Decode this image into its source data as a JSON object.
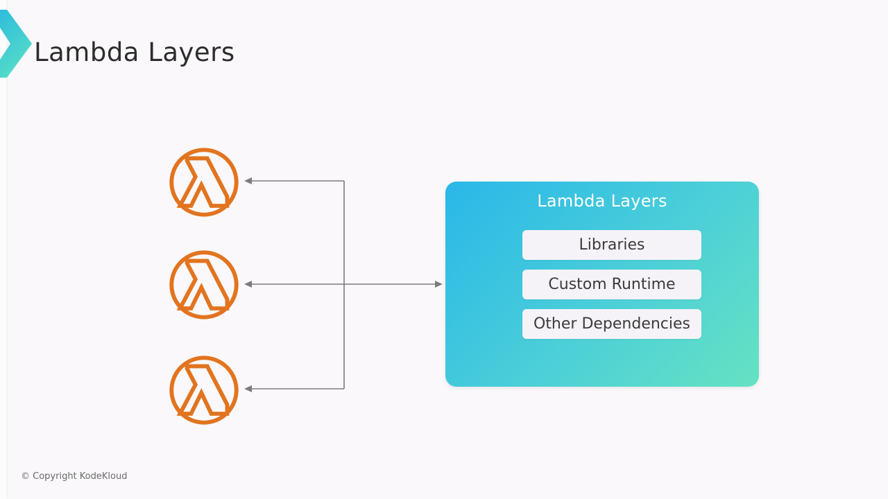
{
  "slide": {
    "title": "Lambda Layers",
    "copyright": "© Copyright KodeKloud"
  },
  "panel": {
    "title": "Lambda Layers",
    "items": [
      {
        "label": "Libraries"
      },
      {
        "label": "Custom Runtime"
      },
      {
        "label": "Other Dependencies"
      }
    ]
  },
  "icons": {
    "left_column": [
      "aws-lambda",
      "aws-lambda",
      "aws-lambda"
    ],
    "logo": "kodekloud-chevron"
  },
  "colors": {
    "lambda_orange": "#E2741F",
    "panel_gradient_start": "#29B7E8",
    "panel_gradient_end": "#66E2C2",
    "item_box_background": "#F6F3F8",
    "connector_gray": "#7C7C7C",
    "chevron_gradient_start": "#2EBCDC",
    "chevron_gradient_end": "#55DCC8",
    "title_text": "#2D2D2D"
  }
}
